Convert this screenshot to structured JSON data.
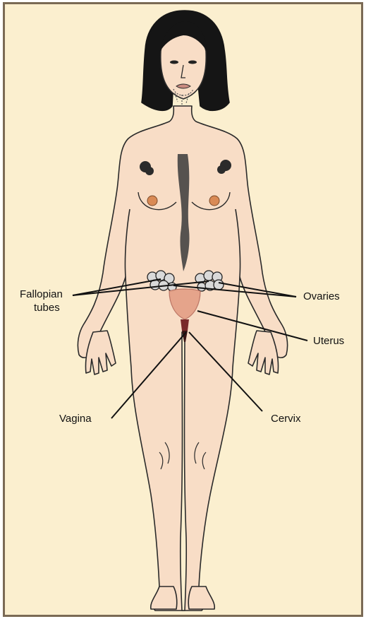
{
  "labels": {
    "fallopian_line1": "Fallopian",
    "fallopian_line2": "tubes",
    "ovaries": "Ovaries",
    "uterus": "Uterus",
    "vagina": "Vagina",
    "cervix": "Cervix"
  },
  "colors": {
    "background": "#fbefcf",
    "skin": "#f8ddc6",
    "outline": "#2a2a2a",
    "hair": "#151515",
    "uterus": "#e4a288",
    "frame": "#7a6a55"
  }
}
